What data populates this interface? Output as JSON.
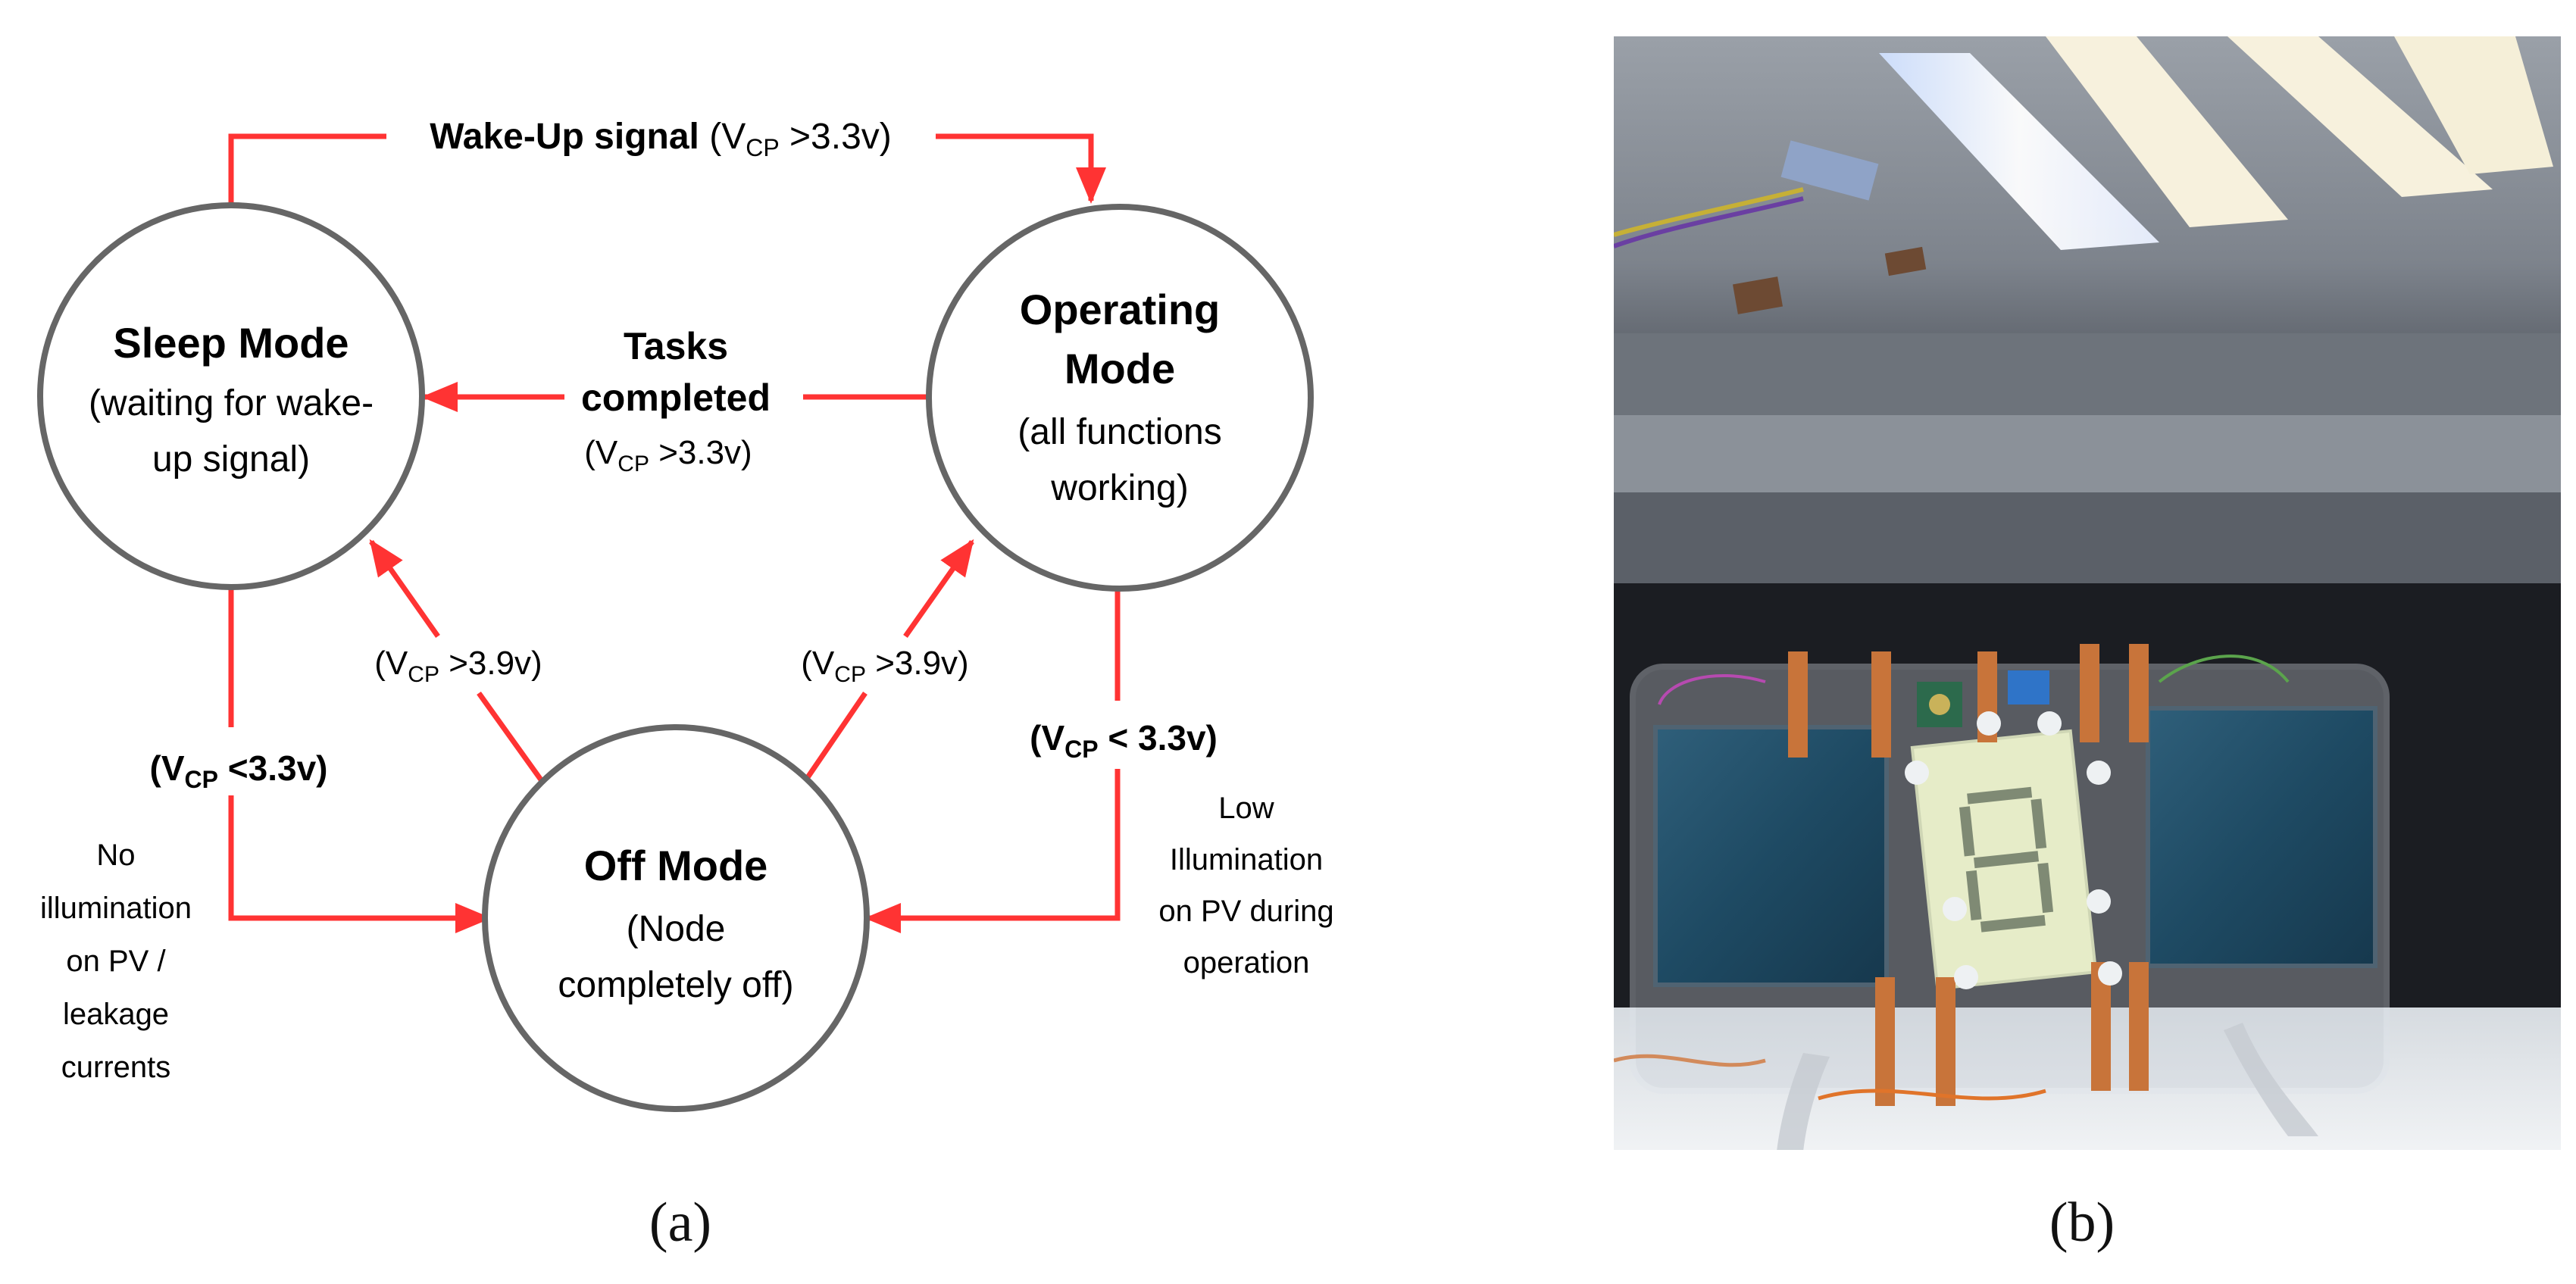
{
  "diagram": {
    "states": {
      "sleep": {
        "title": "Sleep Mode",
        "desc_line1": "(waiting for wake-",
        "desc_line2": "up signal)"
      },
      "operating": {
        "title_line1": "Operating",
        "title_line2": "Mode",
        "desc_line1": "(all functions",
        "desc_line2": "working)"
      },
      "off": {
        "title": "Off Mode",
        "desc_line1": "(Node",
        "desc_line2": "completely off)"
      }
    },
    "transitions": {
      "wake_up": {
        "label": "Wake-Up signal",
        "v": "V",
        "sub": "CP",
        "cond": " >3.3v)"
      },
      "tasks_completed": {
        "line1": "Tasks",
        "line2": "completed",
        "v": "V",
        "sub": "CP",
        "cond": " >3.3v)"
      },
      "off_to_sleep": {
        "v": "V",
        "sub": "CP",
        "cond": " >3.9v)"
      },
      "off_to_operating": {
        "v": "V",
        "sub": "CP",
        "cond": " >3.9v)"
      },
      "sleep_to_off": {
        "v": "V",
        "sub": "CP",
        "cond": " <3.3v)"
      },
      "operating_to_off": {
        "v": "V",
        "sub": "CP",
        "cond": " < 3.3v)"
      }
    },
    "notes": {
      "left": [
        "No",
        "illumination",
        "on PV /",
        "leakage",
        "currents"
      ],
      "right": [
        "Low",
        "Illumination",
        "on PV during",
        "operation"
      ]
    },
    "colors": {
      "arrow": "#ff3333",
      "circle_stroke": "#666666"
    }
  },
  "photo": {
    "description": "icon:photo-of-solar-powered-sensor-node"
  },
  "captions": {
    "a": "(a)",
    "b": "(b)"
  }
}
